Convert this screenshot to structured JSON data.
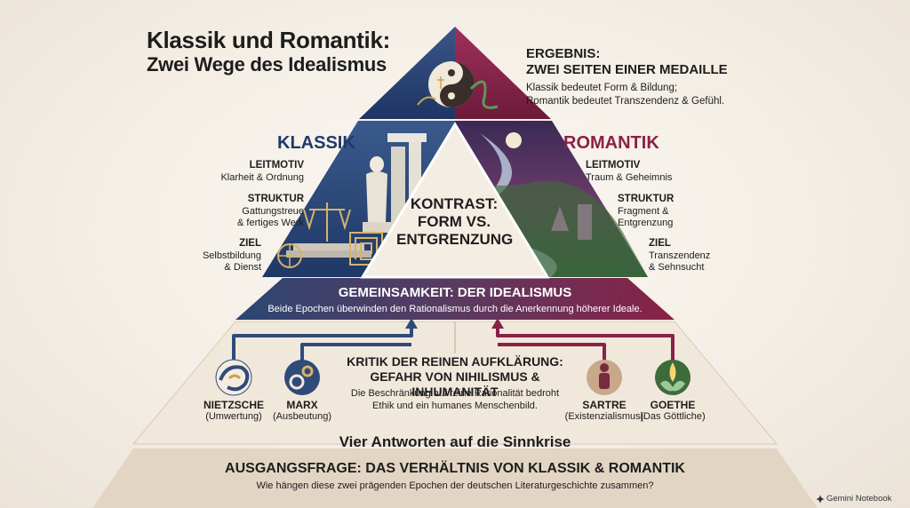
{
  "title": {
    "line1": "Klassik und Romantik:",
    "line2": "Zwei Wege des Idealismus"
  },
  "ergebnis": {
    "title_line1": "ERGEBNIS:",
    "title_line2": "ZWEI SEITEN EINER MEDAILLE",
    "body_line1": "Klassik bedeutet Form & Bildung;",
    "body_line2": "Romantik bedeutet Transzendenz & Gefühl."
  },
  "klassik": {
    "heading": "KLASSIK",
    "items": [
      {
        "label": "LEITMOTIV",
        "line1": "Klarheit & Ordnung",
        "line2": ""
      },
      {
        "label": "STRUKTUR",
        "line1": "Gattungstreue",
        "line2": "& fertiges Werk"
      },
      {
        "label": "ZIEL",
        "line1": "Selbstbildung",
        "line2": "& Dienst"
      }
    ]
  },
  "romantik": {
    "heading": "ROMANTIK",
    "items": [
      {
        "label": "LEITMOTIV",
        "line1": "Traum & Geheimnis",
        "line2": ""
      },
      {
        "label": "STRUKTUR",
        "line1": "Fragment &",
        "line2": "Entgrenzung"
      },
      {
        "label": "ZIEL",
        "line1": "Transzendenz",
        "line2": "& Sehnsucht"
      }
    ]
  },
  "kontrast": {
    "line1": "KONTRAST:",
    "line2": "FORM VS.",
    "line3": "ENTGRENZUNG"
  },
  "gemeinsamkeit": {
    "title": "GEMEINSAMKEIT: DER IDEALISMUS",
    "body": "Beide Epochen überwinden den Rationalismus durch die Anerkennung höherer Ideale."
  },
  "kritik": {
    "title_line1": "KRITIK DER REINEN AUFKLÄRUNG:",
    "title_line2": "GEFAHR VON NIHILISMUS & INHUMANITÄT",
    "body_line1": "Die Beschränkung auf reine Rationalität bedroht",
    "body_line2": "Ethik und ein humanes Menschenbild."
  },
  "thinkers": [
    {
      "name": "NIETZSCHE",
      "note": "(Umwertung)",
      "icon": "swirl-icon",
      "color": "#2d4a7a"
    },
    {
      "name": "MARX",
      "note": "(Ausbeutung)",
      "icon": "gears-icon",
      "color": "#2d4a7a"
    },
    {
      "name": "SARTRE",
      "note": "(Existenzialismus)",
      "icon": "person-icon",
      "color": "#8a2146"
    },
    {
      "name": "GOETHE",
      "note": "(Das Göttliche)",
      "icon": "lotus-flame-icon",
      "color": "#3f7a3a"
    }
  ],
  "vier_antworten": "Vier Antworten auf die Sinnkrise",
  "ausgangsfrage": {
    "title": "AUSGANGSFRAGE: DAS VERHÄLTNIS VON KLASSIK & ROMANTIK",
    "body": "Wie hängen diese zwei prägenden Epochen der deutschen Literaturgeschichte zusammen?"
  },
  "watermark": "Gemini Notebook",
  "colors": {
    "klassik_blue": "#2c4672",
    "romantik_red": "#8a2146",
    "base_beige": "#e6d9c8",
    "cream": "#f4ece0"
  }
}
